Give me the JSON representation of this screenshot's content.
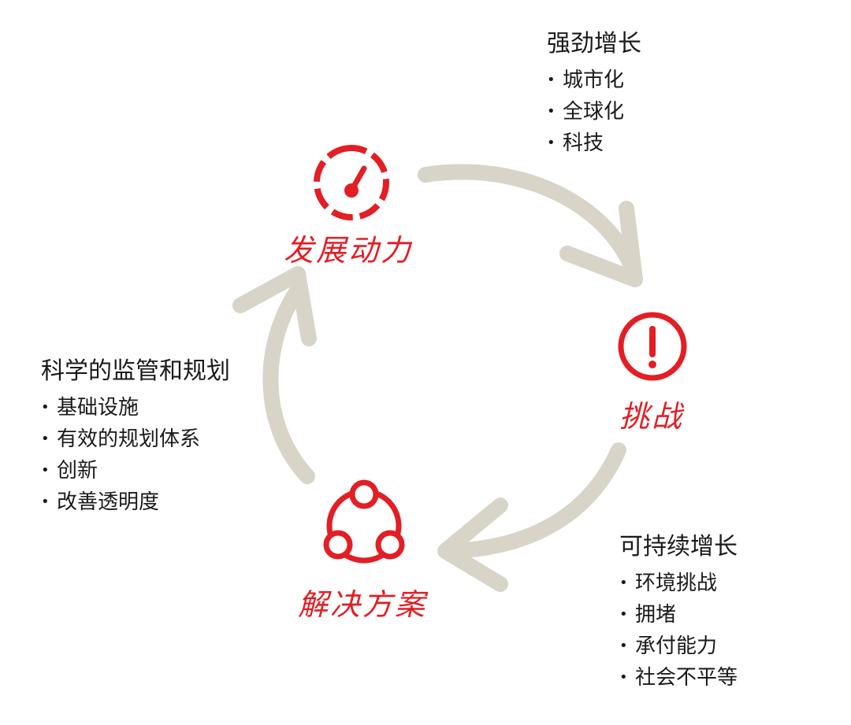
{
  "nodes": {
    "driver": {
      "label": "发展动力",
      "icon": "speedometer-icon"
    },
    "challenge": {
      "label": "挑战",
      "icon": "exclamation-circle-icon"
    },
    "solution": {
      "label": "解决方案",
      "icon": "network-nodes-icon"
    }
  },
  "blocks": {
    "growth": {
      "title": "强劲增长",
      "items": [
        "城市化",
        "全球化",
        "科技"
      ]
    },
    "sustainable": {
      "title": "可持续增长",
      "items": [
        "环境挑战",
        "拥堵",
        "承付能力",
        "社会不平等"
      ]
    },
    "planning": {
      "title": "科学的监管和规划",
      "items": [
        "基础设施",
        "有效的规划体系",
        "创新",
        "改善透明度"
      ]
    }
  },
  "colors": {
    "accent": "#e31e24",
    "arrow": "#d8d4c8",
    "text": "#1a1a1a"
  }
}
